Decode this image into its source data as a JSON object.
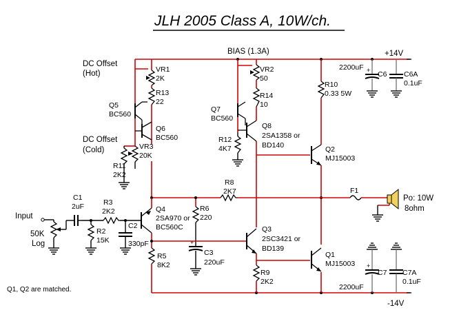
{
  "title": "JLH 2005 Class A, 10W/ch.",
  "bias_label": "BIAS (1.3A)",
  "rail_pos": "+14V",
  "rail_neg": "-14V",
  "note": "Q1, Q2 are matched.",
  "dc_offset_hot": [
    "DC Offset",
    "(Hot)"
  ],
  "dc_offset_cold": [
    "DC Offset",
    "(Cold)"
  ],
  "input": {
    "label": "Input",
    "pot": [
      "50K",
      "Log"
    ]
  },
  "output": {
    "fuse": "F1",
    "speaker": [
      "Po: 10W",
      "8ohm"
    ]
  },
  "components": {
    "VR1": {
      "ref": "VR1",
      "val": "2K"
    },
    "R13": {
      "ref": "R13",
      "val": "22"
    },
    "Q5": {
      "ref": "Q5",
      "val": "BC560"
    },
    "Q6": {
      "ref": "Q6",
      "val": "BC560"
    },
    "VR3": {
      "ref": "VR3",
      "val": "20K"
    },
    "R11": {
      "ref": "R11",
      "val": "2K2"
    },
    "VR2": {
      "ref": "VR2",
      "val": "50"
    },
    "R14": {
      "ref": "R14",
      "val": "10"
    },
    "Q7": {
      "ref": "Q7",
      "val": "BC560"
    },
    "Q8": {
      "ref": "Q8",
      "val": "2SA1358 or",
      "val2": "BD140"
    },
    "R12": {
      "ref": "R12",
      "val": "4K7"
    },
    "R10": {
      "ref": "R10",
      "val": "0.33 5W"
    },
    "Q2": {
      "ref": "Q2",
      "val": "MJ15003"
    },
    "C6": {
      "ref": "C6",
      "val": "2200uF"
    },
    "C6A": {
      "ref": "C6A",
      "val": "0.1uF"
    },
    "R8": {
      "ref": "R8",
      "val": "2K7"
    },
    "C1": {
      "ref": "C1",
      "val": "2uF"
    },
    "R3": {
      "ref": "R3",
      "val": "2K2"
    },
    "R2": {
      "ref": "R2",
      "val": "15K"
    },
    "C2": {
      "ref": "C2",
      "val": "330pF"
    },
    "Q4": {
      "ref": "Q4",
      "val": "2SA970 or",
      "val2": "BC560C"
    },
    "R6": {
      "ref": "R6",
      "val": "220"
    },
    "C3": {
      "ref": "C3",
      "val": "220uF"
    },
    "R5": {
      "ref": "R5",
      "val": "8K2"
    },
    "Q3": {
      "ref": "Q3",
      "val": "2SC3421 or",
      "val2": "BD139"
    },
    "R9": {
      "ref": "R9",
      "val": "2K2"
    },
    "Q1": {
      "ref": "Q1",
      "val": "MJ15003"
    },
    "C7": {
      "ref": "C7",
      "val": "2200uF"
    },
    "C7A": {
      "ref": "C7A",
      "val": "0.1uF"
    }
  }
}
